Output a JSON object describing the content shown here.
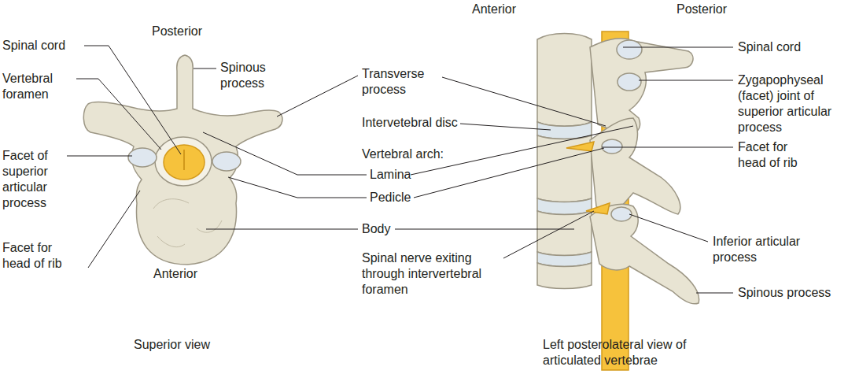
{
  "diagram": {
    "labels": [
      "Posterior",
      "Spinal cord",
      "Spinous process",
      "Vertebral foramen",
      "Facet of superior articular process",
      "Facet for head of rib",
      "Anterior",
      "Superior view",
      "Transverse process",
      "Intervetebral disc",
      "Vertebral arch:",
      "Lamina",
      "Pedicle",
      "Body",
      "Spinal nerve exiting through intervertebral foramen",
      "Anterior",
      "Posterior",
      "Spinal cord",
      "Zygapophyseal (facet) joint of superior articular process",
      "Facet for head of rib",
      "Inferior articular process",
      "Spinous process",
      "Left posterolateral view of articulated vertebrae"
    ]
  }
}
